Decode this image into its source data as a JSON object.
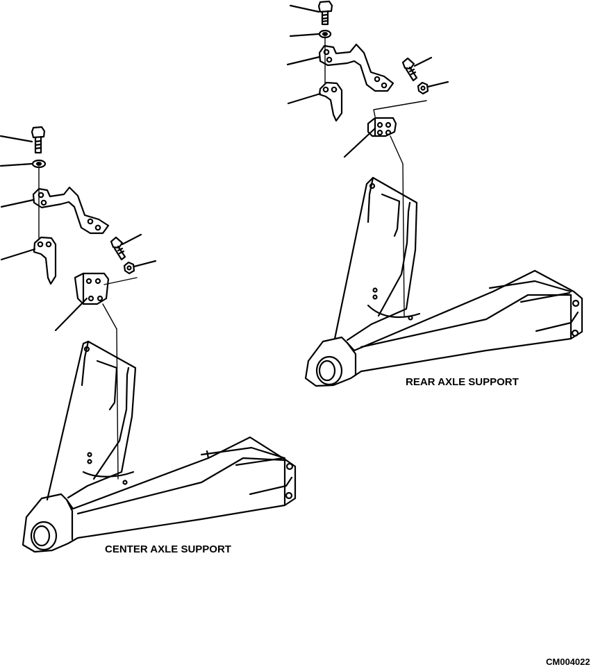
{
  "labels": {
    "rear_axle_support": "REAR AXLE SUPPORT",
    "center_axle_support": "CENTER AXLE SUPPORT",
    "drawing_code": "CM004022"
  },
  "colors": {
    "line": "#000000",
    "background": "#ffffff"
  }
}
